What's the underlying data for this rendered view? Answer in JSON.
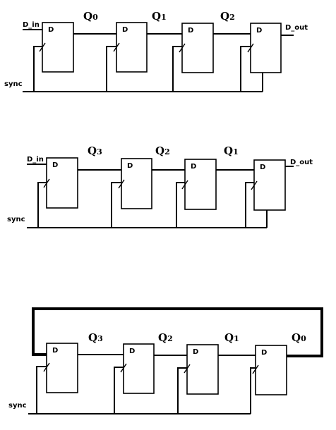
{
  "labels": {
    "d_in": "D_in",
    "d_out": "D_out",
    "sync": "sync",
    "d": "D"
  },
  "diagrams": [
    {
      "q_labels": [
        [
          "Q",
          "0"
        ],
        [
          "Q",
          "1"
        ],
        [
          "Q",
          "2"
        ]
      ]
    },
    {
      "q_labels": [
        [
          "Q",
          "3"
        ],
        [
          "Q",
          "2"
        ],
        [
          "Q",
          "1"
        ]
      ]
    },
    {
      "q_labels": [
        [
          "Q",
          "3"
        ],
        [
          "Q",
          "2"
        ],
        [
          "Q",
          "1"
        ],
        [
          "Q",
          "0"
        ]
      ]
    }
  ]
}
